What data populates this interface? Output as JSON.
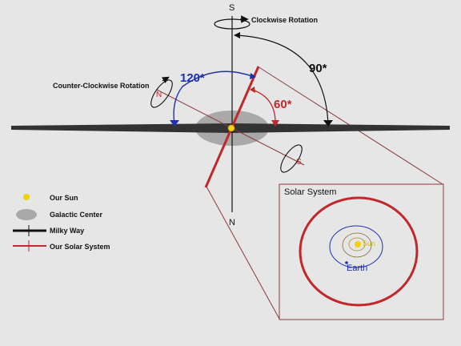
{
  "labels": {
    "pole_top": "S",
    "pole_bottom": "N",
    "clockwise": "Clockwise Rotation",
    "counter_clockwise": "Counter-Clockwise Rotation",
    "solar_north": "N",
    "solar_south": "S",
    "angle_120": "120*",
    "angle_90": "90*",
    "angle_60": "60*"
  },
  "legend": {
    "sun": "Our Sun",
    "galactic_center": "Galactic Center",
    "milky_way": "Milky Way",
    "solar_system": "Our Solar System"
  },
  "inset": {
    "title": "Solar System",
    "sun_label": "Sun",
    "earth_label": "Earth"
  },
  "colors": {
    "background": "#e6e6e6",
    "red": "#c0282b",
    "blue": "#1f2fb0",
    "black": "#111111",
    "sun": "#f2d20a",
    "galactic_center": "#a9a9a9"
  }
}
